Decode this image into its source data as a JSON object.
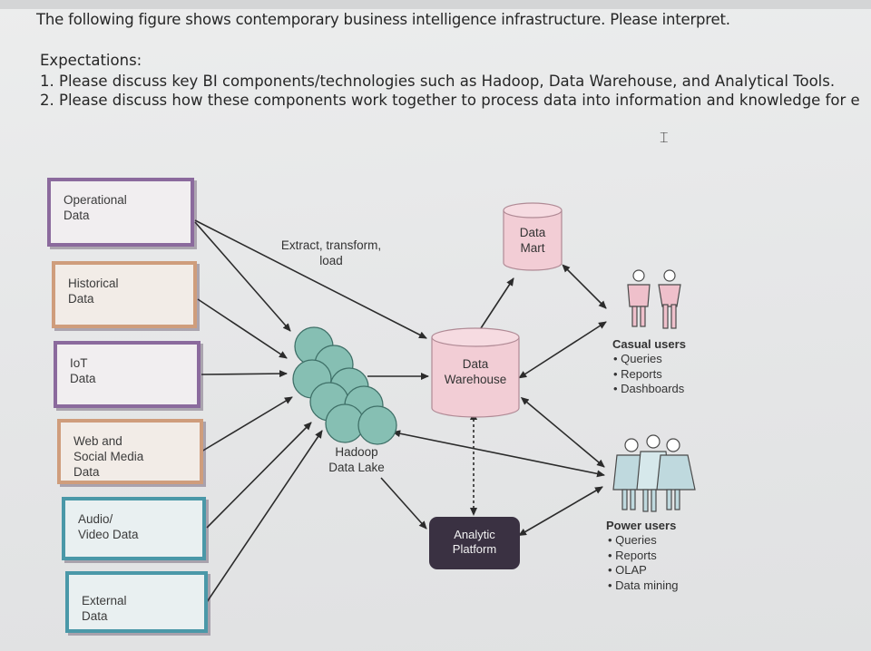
{
  "prompt": {
    "question": "The following figure shows contemporary business intelligence infrastructure. Please interpret.",
    "expectations_label": "Expectations:",
    "items": [
      "1. Please discuss key BI components/technologies such as Hadoop, Data Warehouse, and Analytical Tools.",
      "2. Please discuss how these components work together to process data into information and knowledge for e"
    ]
  },
  "diagram": {
    "sources": [
      {
        "line1": "Operational",
        "line2": "Data",
        "color": "#8b6a9d"
      },
      {
        "line1": "Historical",
        "line2": "Data",
        "color": "#cf9d7c"
      },
      {
        "line1": "IoT",
        "line2": "Data",
        "color": "#8b6a9d"
      },
      {
        "line1": "Web and",
        "line2": "Social Media",
        "line3": "Data",
        "color": "#cf9d7c"
      },
      {
        "line1": "Audio/",
        "line2": "Video Data",
        "color": "#4a98a8"
      },
      {
        "line1": "External",
        "line2": "Data",
        "color": "#4a98a8"
      }
    ],
    "etl_label_line1": "Extract, transform,",
    "etl_label_line2": "load",
    "hadoop_line1": "Hadoop",
    "hadoop_line2": "Data Lake",
    "warehouse_line1": "Data",
    "warehouse_line2": "Warehouse",
    "mart_line1": "Data",
    "mart_line2": "Mart",
    "platform_line1": "Analytic",
    "platform_line2": "Platform",
    "casual_users": {
      "title": "Casual users",
      "bullets": [
        "Queries",
        "Reports",
        "Dashboards"
      ]
    },
    "power_users": {
      "title": "Power users",
      "bullets": [
        "Queries",
        "Reports",
        "OLAP",
        "Data mining"
      ]
    },
    "colors": {
      "purple": "#8b6a9d",
      "tan": "#cf9d7c",
      "teal": "#4a98a8",
      "pink": "#f0cfd6",
      "hadoop": "#86bfb3",
      "platform": "#3a3142"
    }
  }
}
